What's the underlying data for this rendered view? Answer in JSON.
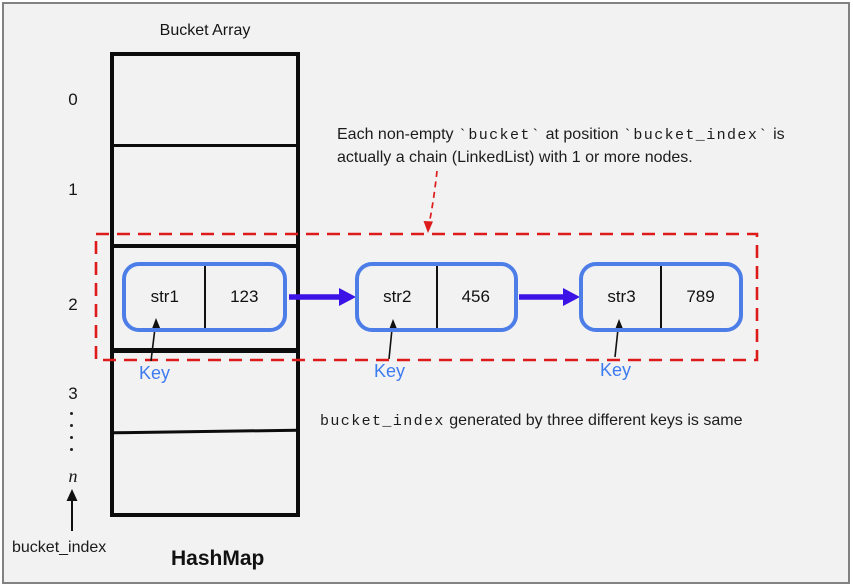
{
  "colors": {
    "background": "#f2f2f2",
    "frame_border": "#828282",
    "black": "#0c0c0c",
    "text": "#1c1c1c",
    "node_stroke": "#4d7ee8",
    "chain_arrow": "#3b13e6",
    "red_dashed": "#dd1b1b",
    "key_label": "#3d7bf0"
  },
  "title": "Bucket Array",
  "footer_label": "HashMap",
  "bucket_index_label": "bucket_index",
  "array": {
    "index_labels": [
      "0",
      "1",
      "2",
      "3",
      "n"
    ],
    "ellipsis": "⋮"
  },
  "nodes": [
    {
      "key": "str1",
      "value": "123"
    },
    {
      "key": "str2",
      "value": "456"
    },
    {
      "key": "str3",
      "value": "789"
    }
  ],
  "key_pointer_label": "Key",
  "annotation": {
    "line1": [
      {
        "text": "Each non-empty "
      },
      {
        "text": "`bucket`"
      },
      {
        "text": " at position "
      },
      {
        "text": "`bucket_index`"
      },
      {
        "text": " is"
      }
    ],
    "line2": "actually a chain (LinkedList) with 1 or more nodes."
  },
  "bottom_note": {
    "mono": "bucket_index",
    "rest": " generated by three different keys is same"
  }
}
